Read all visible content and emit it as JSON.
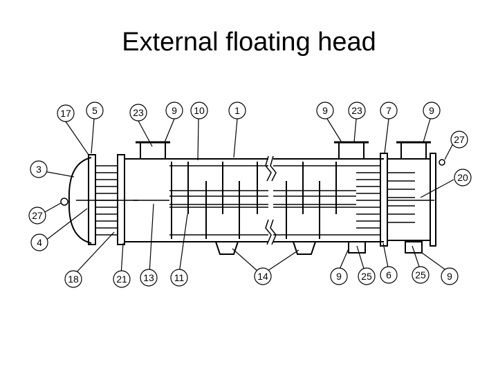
{
  "slide": {
    "title": "External floating head"
  },
  "callouts": {
    "c17": "17",
    "c5": "5",
    "c23a": "23",
    "c9a": "9",
    "c10": "10",
    "c1": "1",
    "c9b": "9",
    "c23b": "23",
    "c7": "7",
    "c9c": "9",
    "c27a": "27",
    "c20": "20",
    "c3": "3",
    "c27b": "27",
    "c4": "4",
    "c18": "18",
    "c21": "21",
    "c13": "13",
    "c11": "11",
    "c14": "14",
    "c9d": "9",
    "c25a": "25",
    "c6": "6",
    "c25b": "25",
    "c9e": "9"
  }
}
